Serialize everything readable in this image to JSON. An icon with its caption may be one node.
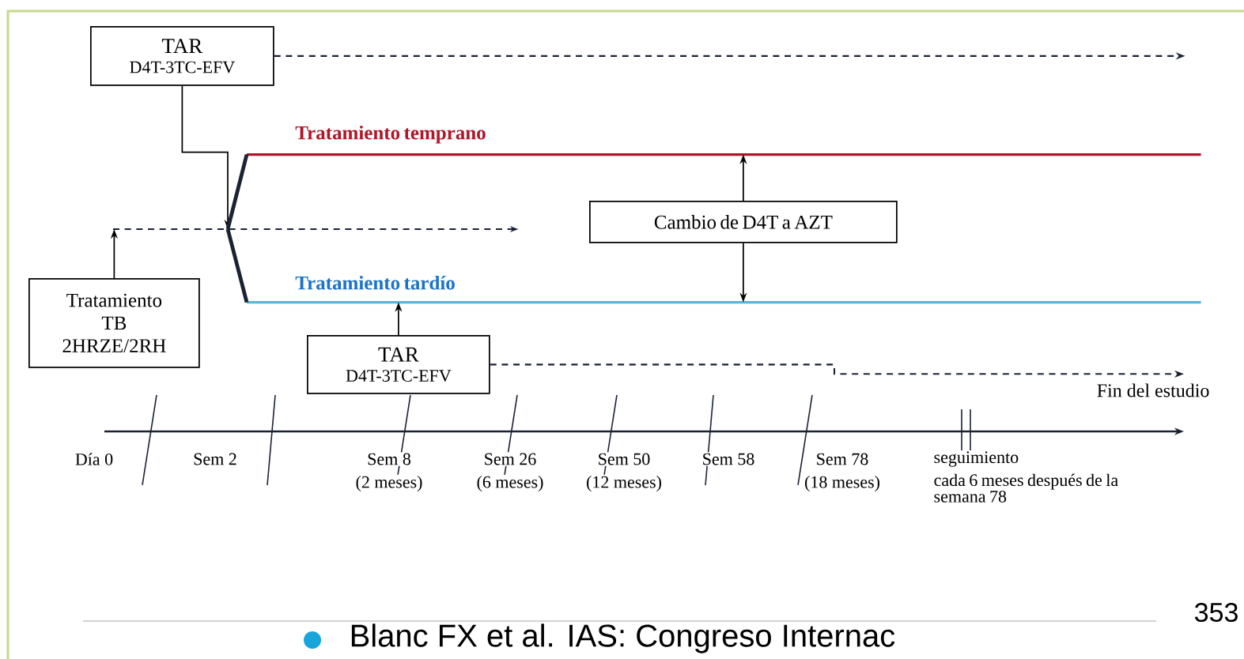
{
  "diagram": {
    "nodes": [
      {
        "text": [
          "TAR",
          "D4T-3TC-EFV"
        ]
      },
      {
        "text": [
          "Tratamiento TB 2HRZE/2RH"
        ]
      },
      {
        "text": [
          "TAR",
          "D4T-3TC-EFV"
        ]
      },
      {
        "text": [
          "Cambio de D4T a AZT"
        ]
      },
      {
        "text": [
          "Tratamiento temprano"
        ]
      },
      {
        "text": [
          "Tratamiento tardío"
        ]
      },
      {
        "text": [],
        "shape": "line"
      },
      {
        "text": [
          "Fin del estudio"
        ]
      }
    ],
    "edges": [
      {
        "from": 0,
        "to": 6,
        "arrow": "to"
      },
      {
        "from": 1,
        "to": 6,
        "arrow": "to"
      },
      {
        "from": 6,
        "to": 4,
        "arrow": "none",
        "style": "thick"
      },
      {
        "from": 6,
        "to": 5,
        "arrow": "none",
        "style": "thick"
      },
      {
        "from": 3,
        "to": 4,
        "arrow": "to"
      },
      {
        "from": 3,
        "to": 5,
        "arrow": "to"
      },
      {
        "from": 2,
        "to": 5,
        "arrow": "to"
      },
      {
        "from": 0,
        "to": null,
        "arrow": "to",
        "style": "dashed"
      },
      {
        "from": 2,
        "to": 7,
        "arrow": "to",
        "style": "dashed"
      }
    ],
    "labels": [
      "Día 0",
      "Sem 2",
      "Sem 8",
      "Sem 26",
      "Sem 50",
      "Sem 58",
      "Sem 78",
      "seguimiento",
      "(2 meses)",
      "(6 meses)",
      "(12 meses)",
      "(18 meses)",
      "cada 6 meses después de la semana 78",
      "353",
      "Blanc FX et al. IAS: Congreso Internac"
    ]
  }
}
